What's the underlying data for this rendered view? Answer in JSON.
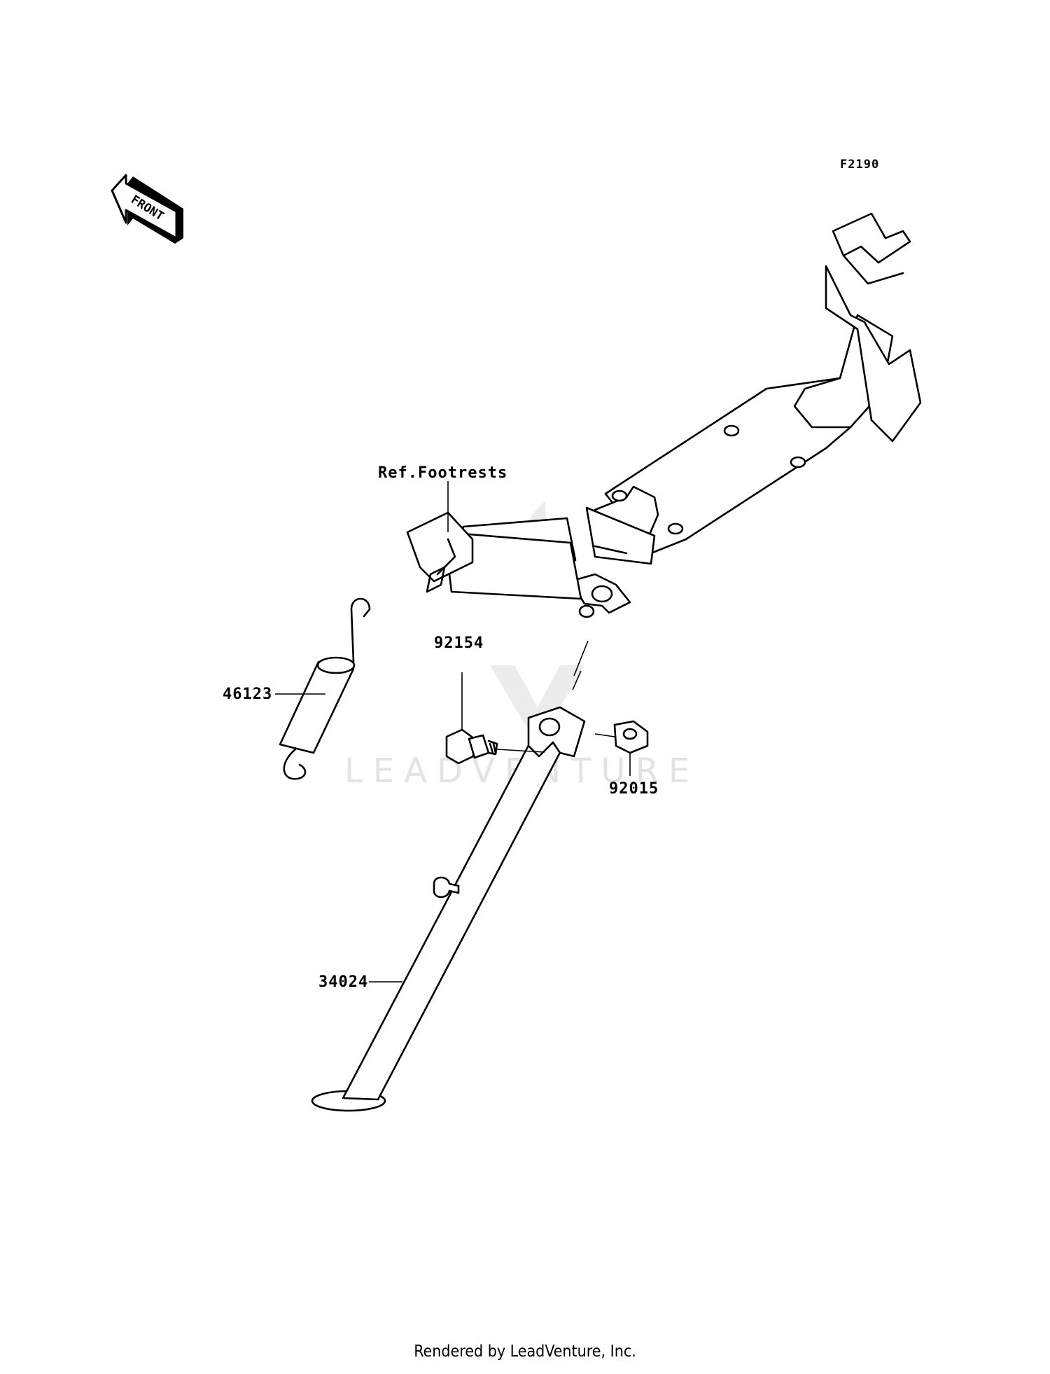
{
  "figure_code": "F2190",
  "front_label": "FRONT",
  "watermark": "LEADVENTURE",
  "footer": "Rendered by LeadVenture, Inc.",
  "callouts": {
    "ref_footrests": "Ref.Footrests",
    "spring": "46123",
    "bolt": "92154",
    "nut": "92015",
    "stand": "34024"
  }
}
